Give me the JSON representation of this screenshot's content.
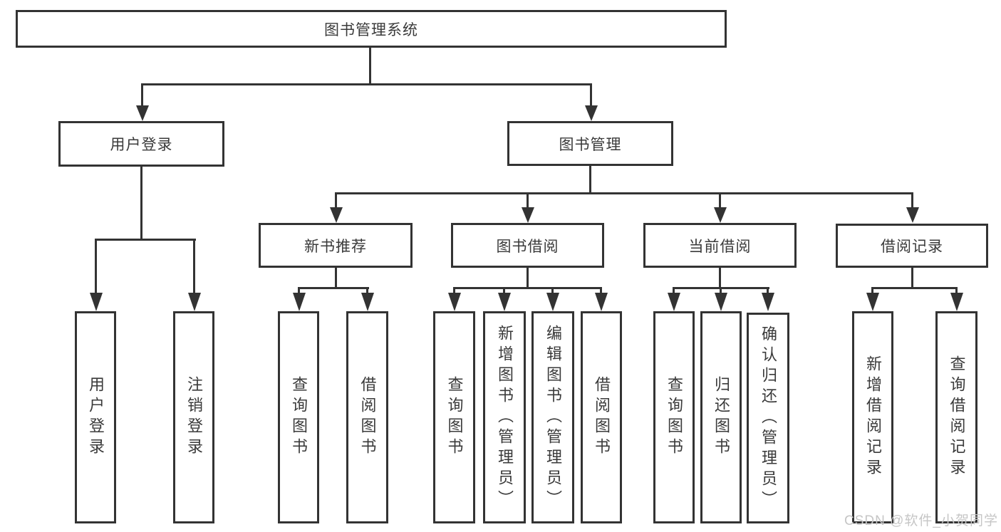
{
  "diagram": {
    "root": {
      "label": "图书管理系统"
    },
    "branches": [
      {
        "label": "用户登录",
        "children": [
          {
            "label": "用户登录"
          },
          {
            "label": "注销登录"
          }
        ]
      },
      {
        "label": "图书管理",
        "modules": [
          {
            "label": "新书推荐",
            "children": [
              {
                "label": "查询图书"
              },
              {
                "label": "借阅图书"
              }
            ]
          },
          {
            "label": "图书借阅",
            "children": [
              {
                "label": "查询图书"
              },
              {
                "label": "新增图书（管理员）"
              },
              {
                "label": "编辑图书（管理员）"
              },
              {
                "label": "借阅图书"
              }
            ]
          },
          {
            "label": "当前借阅",
            "children": [
              {
                "label": "查询图书"
              },
              {
                "label": "归还图书"
              },
              {
                "label": "确认归还（管理员）"
              }
            ]
          },
          {
            "label": "借阅记录",
            "children": [
              {
                "label": "新增借阅记录"
              },
              {
                "label": "查询借阅记录"
              }
            ]
          }
        ]
      }
    ]
  },
  "watermark": {
    "text": "CSDN @软件_小贺同学"
  },
  "colors": {
    "line": "#333333",
    "node_border": "#333333",
    "text": "#3a3a3a",
    "background": "#ffffff",
    "watermark": "#c6c6c6"
  }
}
